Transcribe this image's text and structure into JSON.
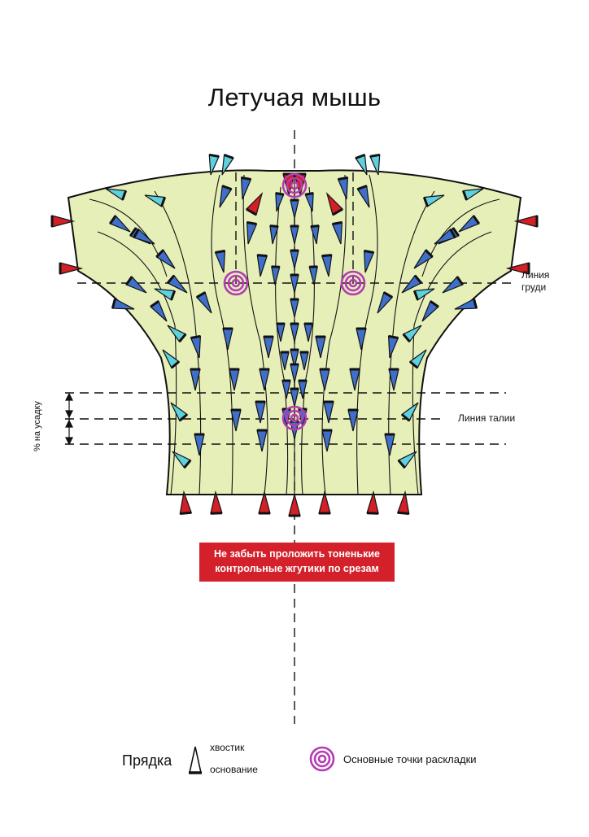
{
  "title": "Летучая мышь",
  "labels": {
    "bust_line": "Линия\nгруди",
    "waist_line": "Линия талии",
    "allowance": "% на усадку"
  },
  "notice": {
    "line1": "Не забыть проложить тоненькие",
    "line2": "контрольные жгутики по срезам"
  },
  "legend": {
    "strand": "Прядка",
    "tail": "хвостик",
    "base": "основание",
    "key_points": "Основные точки раскладки"
  },
  "colors": {
    "garment_fill": "#e6efb8",
    "red_marker": "#d31f26",
    "blue_marker": "#3f6fc8",
    "light_blue_marker": "#5fd0dd",
    "target": "#b43bb4",
    "notice_bg": "#d3202a"
  }
}
